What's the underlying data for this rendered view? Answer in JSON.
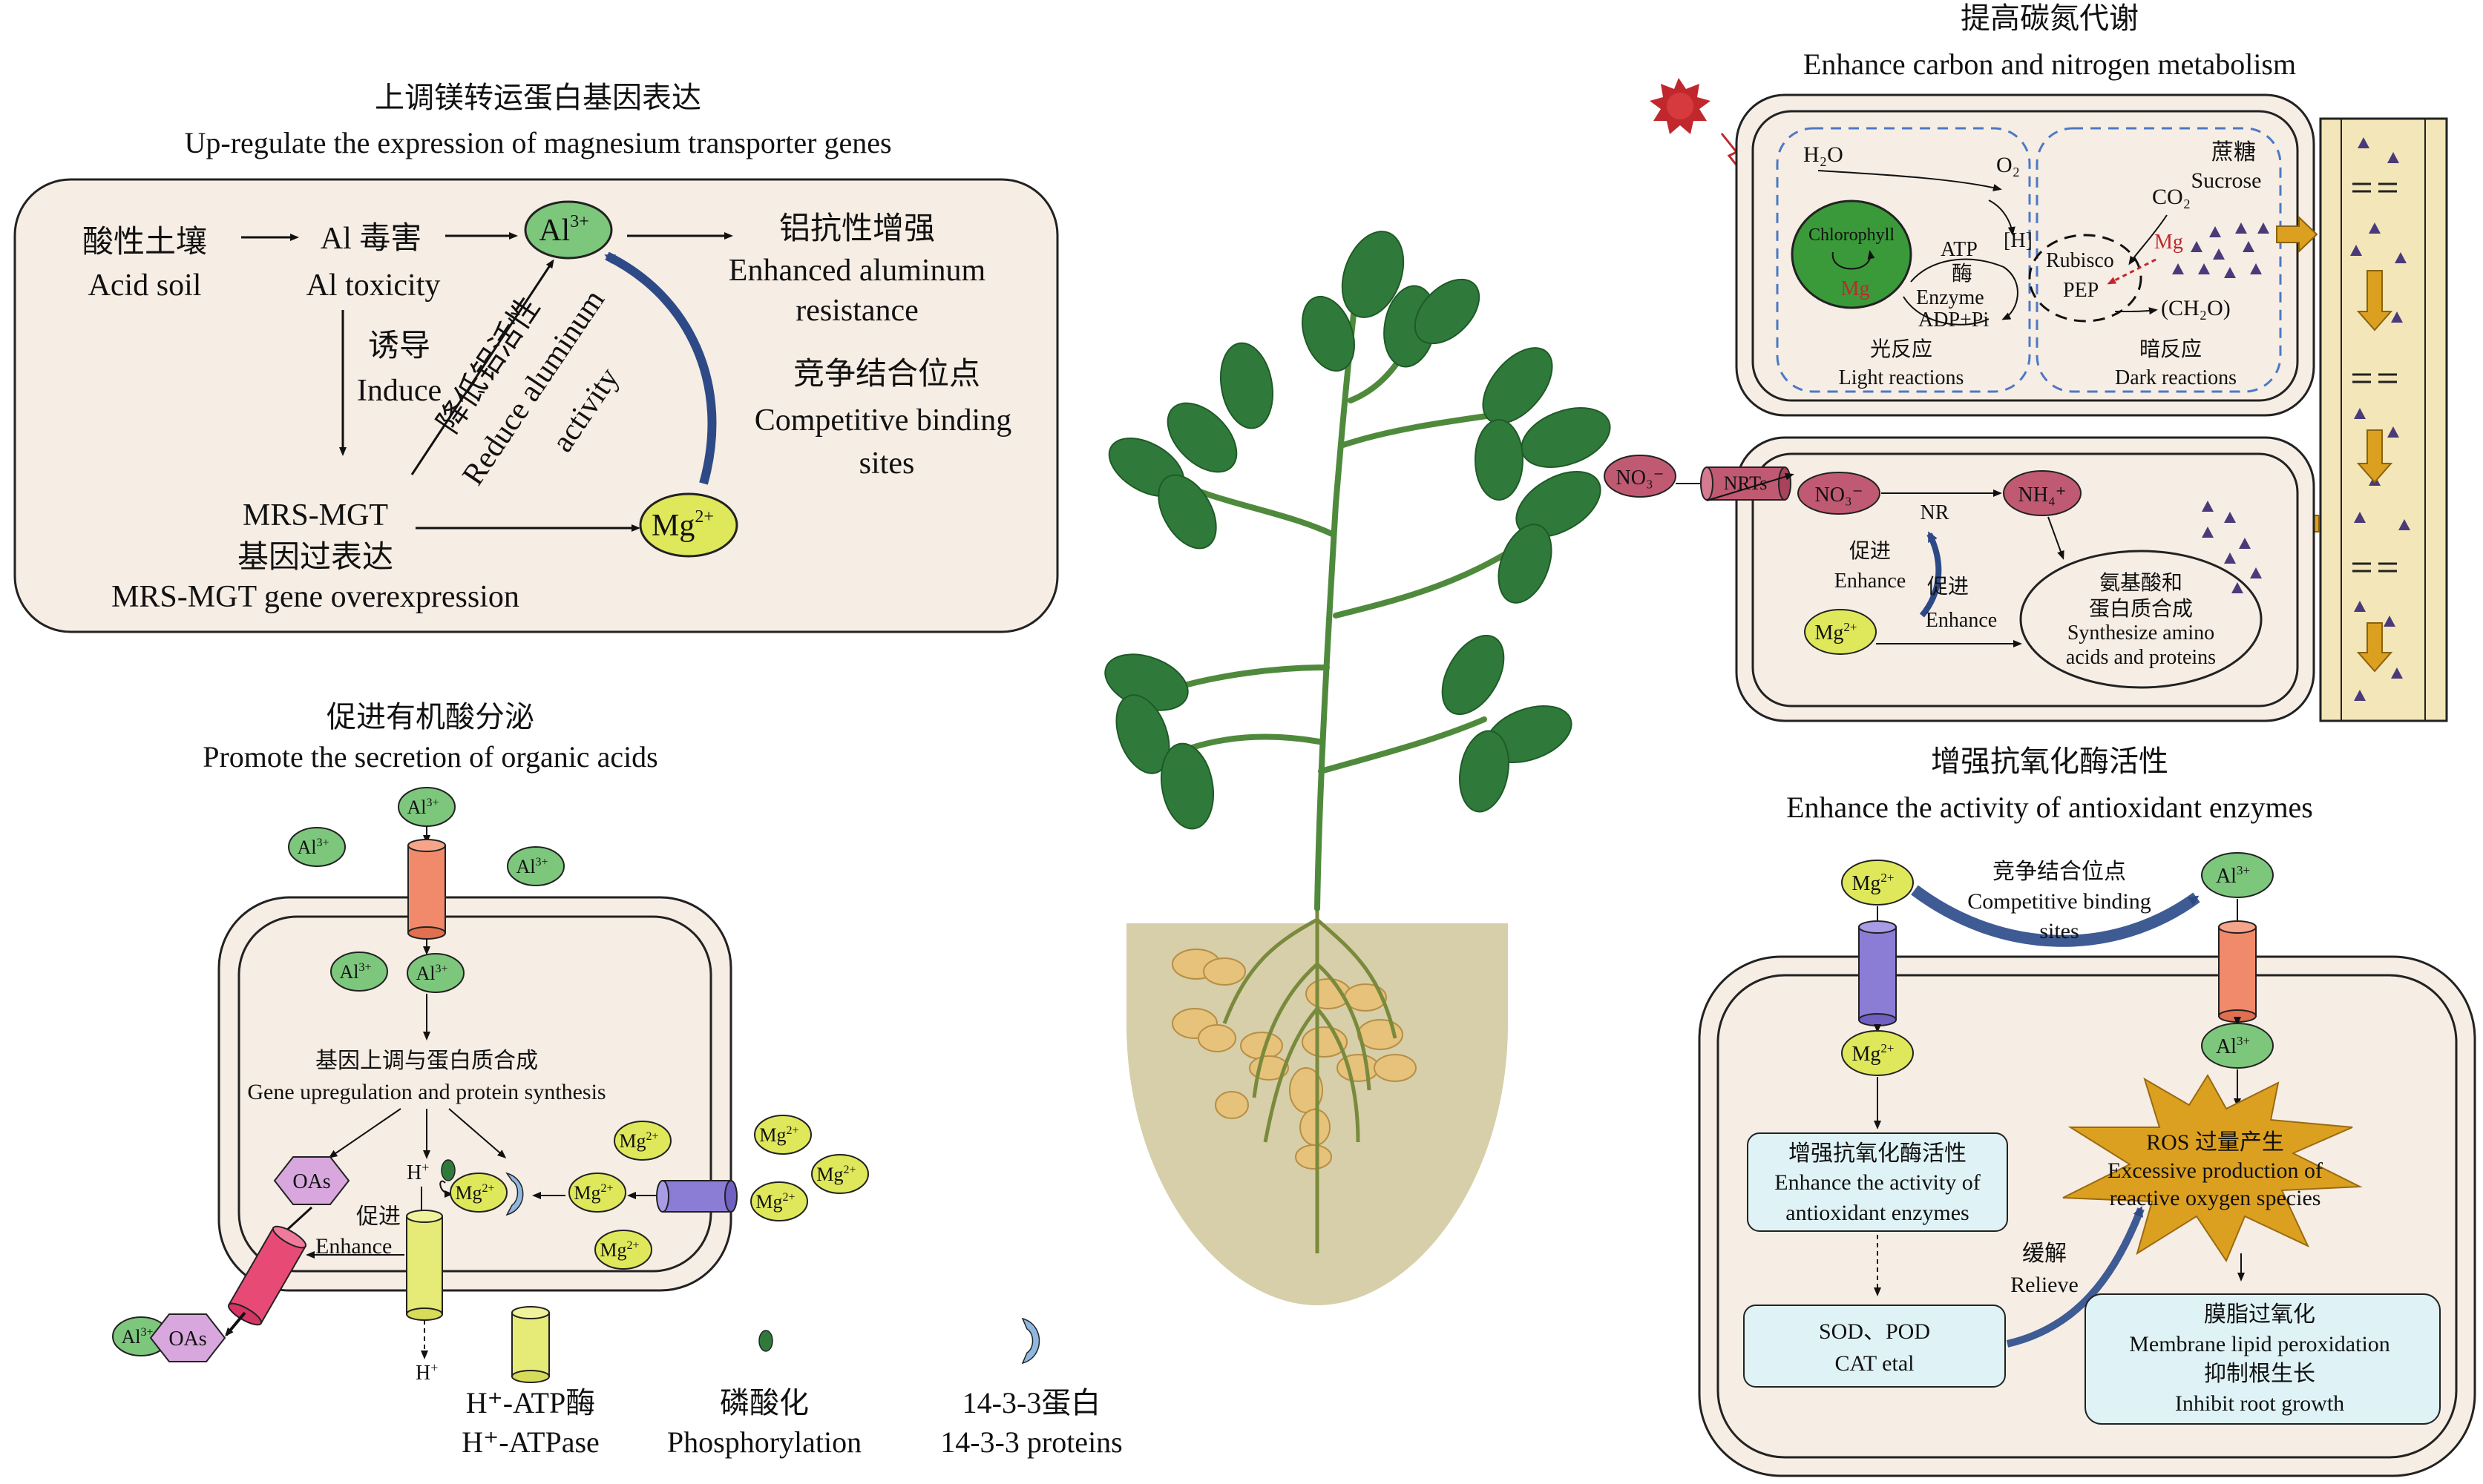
{
  "panel_magnesium": {
    "title_cn": "上调镁转运蛋白基因表达",
    "title_en": "Up-regulate the expression of magnesium transporter genes",
    "acid_soil_cn": "酸性土壤",
    "acid_soil_en": "Acid soil",
    "al_toxicity_cn": "Al 毒害",
    "al_toxicity_en": "Al toxicity",
    "al3": "Al",
    "al3_sup": "3+",
    "resistance_cn": "铝抗性增强",
    "resistance_en_1": "Enhanced aluminum",
    "resistance_en_2": "resistance",
    "induce_cn": "诱导",
    "induce_en": "Induce",
    "reduce_cn": "降低铝活性",
    "reduce_en_1": "Reduce aluminum",
    "reduce_en_2": "activity",
    "competitive_cn": "竞争结合位点",
    "competitive_en_1": "Competitive binding",
    "competitive_en_2": "sites",
    "mrs_1": "MRS-MGT",
    "mrs_cn": "基因过表达",
    "mrs_en": "MRS-MGT gene overexpression",
    "mg2": "Mg",
    "mg2_sup": "2+"
  },
  "panel_organic": {
    "title_cn": "促进有机酸分泌",
    "title_en": "Promote the secretion of organic acids",
    "gene_cn": "基因上调与蛋白质合成",
    "gene_en": "Gene upregulation and protein synthesis",
    "oas": "OAs",
    "enhance_cn": "促进",
    "enhance_en": "Enhance",
    "h_plus": "H",
    "al3": "Al",
    "al3_sup": "3+",
    "mg2": "Mg",
    "mg2_sup": "2+"
  },
  "legend": {
    "atpase_cn": "H⁺-ATP酶",
    "atpase_en": "H⁺-ATPase",
    "phos_cn": "磷酸化",
    "phos_en": "Phosphorylation",
    "p1433_cn": "14-3-3蛋白",
    "p1433_en": "14-3-3 proteins"
  },
  "panel_carbon": {
    "title_cn": "提高碳氮代谢",
    "title_en": "Enhance carbon and nitrogen metabolism",
    "h2o": "H₂O",
    "o2": "O₂",
    "chlorophyll": "Chlorophyll",
    "mg": "Mg",
    "atp": "ATP",
    "enzyme_cn": "酶",
    "enzyme_en": "Enzyme",
    "adp": "ADP+Pi",
    "h": "[H]",
    "rubisco": "Rubisco",
    "pep": "PEP",
    "co2": "CO₂",
    "sucrose_cn": "蔗糖",
    "sucrose_en": "Sucrose",
    "ch2o": "(CH₂O)",
    "light_cn": "光反应",
    "light_en": "Light reactions",
    "dark_cn": "暗反应",
    "dark_en": "Dark reactions",
    "no3_out": "NO₃⁻",
    "nrts": "NRTs",
    "no3_in": "NO₃⁻",
    "nr": "NR",
    "nh4": "NH₄⁺",
    "enhance_cn_1": "促进",
    "enhance_en_1": "Enhance",
    "enhance_cn_2": "促进",
    "enhance_en_2": "Enhance",
    "amino_cn_1": "氨基酸和",
    "amino_cn_2": "蛋白质合成",
    "amino_en_1": "Synthesize amino",
    "amino_en_2": "acids and proteins",
    "mg2": "Mg",
    "mg2_sup": "2+"
  },
  "panel_antiox": {
    "title_cn": "增强抗氧化酶活性",
    "title_en": "Enhance the activity of antioxidant enzymes",
    "competitive_cn": "竞争结合位点",
    "competitive_en_1": "Competitive binding",
    "competitive_en_2": "sites",
    "mg2": "Mg",
    "mg2_sup": "2+",
    "al3": "Al",
    "al3_sup": "3+",
    "box1_cn": "增强抗氧化酶活性",
    "box1_en_1": "Enhance the activity of",
    "box1_en_2": "antioxidant enzymes",
    "ros_cn": "ROS 过量产生",
    "ros_en_1": "Excessive production of",
    "ros_en_2": "reactive oxygen species",
    "relieve_cn": "缓解",
    "relieve_en": "Relieve",
    "sod_1": "SOD、POD",
    "sod_2": "CAT etal",
    "lipid_cn": "膜脂过氧化",
    "lipid_en": "Membrane lipid peroxidation",
    "root_cn": "抑制根生长",
    "root_en": "Inhibit root growth"
  },
  "colors": {
    "panel_fill": "#f6ede4",
    "al_green": "#7dc77d",
    "mg_yellow": "#dfe85a",
    "leaf_green": "#2f7a3a",
    "soil": "#d6cfa9",
    "ros_orange": "#dca021",
    "box_cyan": "#dff3f6",
    "arrow_blue": "#3e5b94"
  }
}
